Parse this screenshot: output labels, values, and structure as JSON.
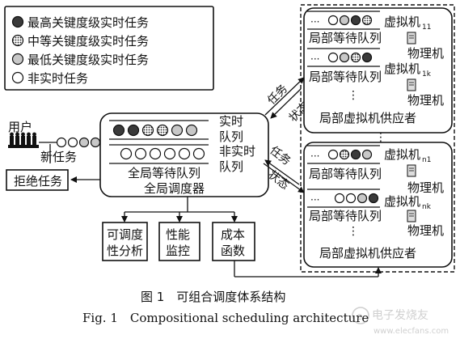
{
  "legend": {
    "items": [
      {
        "label": "最高关键度级实时任务",
        "style": "high"
      },
      {
        "label": "中等关键度级实时任务",
        "style": "mid"
      },
      {
        "label": "最低关键度级实时任务",
        "style": "low"
      },
      {
        "label": "非实时任务",
        "style": "non"
      }
    ]
  },
  "user": {
    "label": "用户",
    "new_task": "新任务"
  },
  "reject": {
    "label": "拒绝任务"
  },
  "global": {
    "realtime_queue": [
      "实时",
      "队列"
    ],
    "nonrealtime_queue": [
      "非实时",
      "队列"
    ],
    "wait_queue": "全局等待队列",
    "scheduler": "全局调度器"
  },
  "modules": [
    {
      "lines": [
        "可调度",
        "性分析"
      ]
    },
    {
      "lines": [
        "性能",
        "监控"
      ]
    },
    {
      "lines": [
        "成本",
        "函数"
      ]
    }
  ],
  "arrows": {
    "task_top": "任务",
    "state_top": "状态",
    "task_bottom": "任务",
    "state_bottom": "状态"
  },
  "providers": [
    {
      "vm1": {
        "name": "虚拟机",
        "sub": "11"
      },
      "vm2": {
        "name": "虚拟机",
        "sub": "1k"
      },
      "local_queue": "局部等待队列",
      "physical": "物理机",
      "provider": "局部虚拟机供应者"
    },
    {
      "vm1": {
        "name": "虚拟机",
        "sub": "n1"
      },
      "vm2": {
        "name": "虚拟机",
        "sub": "nk"
      },
      "local_queue": "局部等待队列",
      "physical": "物理机",
      "provider": "局部虚拟机供应者"
    }
  ],
  "caption": {
    "cn": "图 1　可组合调度体系结构",
    "en": "Fig. 1　Compositional scheduling architecture"
  },
  "watermark": "电子发烧友 www.elecfans.com"
}
